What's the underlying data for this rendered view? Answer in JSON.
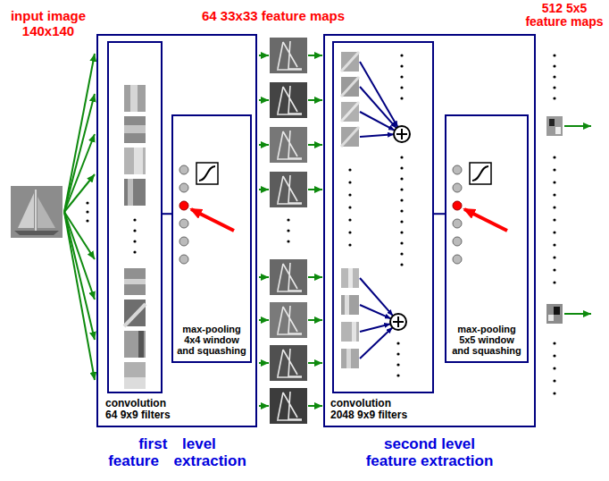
{
  "diagram": {
    "nodes": [
      {
        "text": [
          "first level feature extraction"
        ]
      },
      {
        "text": [
          "convolution 64 9x9 filters"
        ],
        "in": 0
      },
      {
        "text": [
          "max-pooling 4x4 window and squashing"
        ],
        "in": 0
      },
      {
        "text": [
          "second level feature extraction"
        ]
      },
      {
        "text": [
          "convolution 2048 9x9 filters"
        ],
        "in": 3
      },
      {
        "text": [
          "max-pooling 5x5 window and squashing"
        ],
        "in": 3
      }
    ],
    "edges": [
      {
        "from": 1,
        "to": 2,
        "arrow": "none"
      },
      {
        "from": 4,
        "to": 5,
        "arrow": "none"
      }
    ],
    "labels": [
      "input image 140x140",
      "64 33x33 feature maps",
      "512 5x5 feature maps"
    ]
  }
}
